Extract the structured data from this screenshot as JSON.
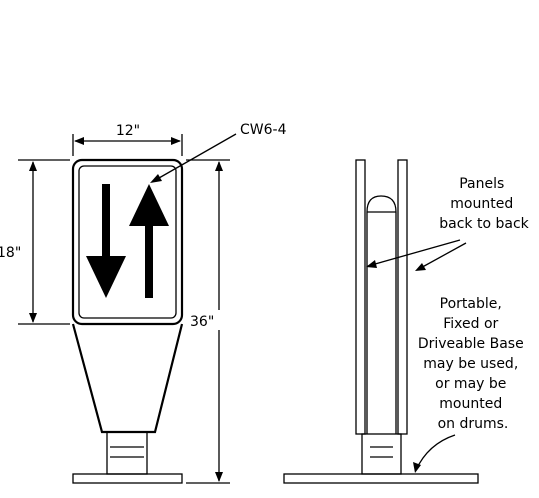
{
  "labels": {
    "width_dim": "12\"",
    "height_dim": "18\"",
    "total_dim": "36\"",
    "sign_code": "CW6-4",
    "panels_note": [
      "Panels",
      "mounted",
      "back to back"
    ],
    "base_note": [
      "Portable,",
      "Fixed or",
      "Driveable Base",
      "may be used,",
      "or may be",
      "mounted",
      "on drums."
    ]
  },
  "colors": {
    "ink": "#000000",
    "background": "#ffffff"
  }
}
